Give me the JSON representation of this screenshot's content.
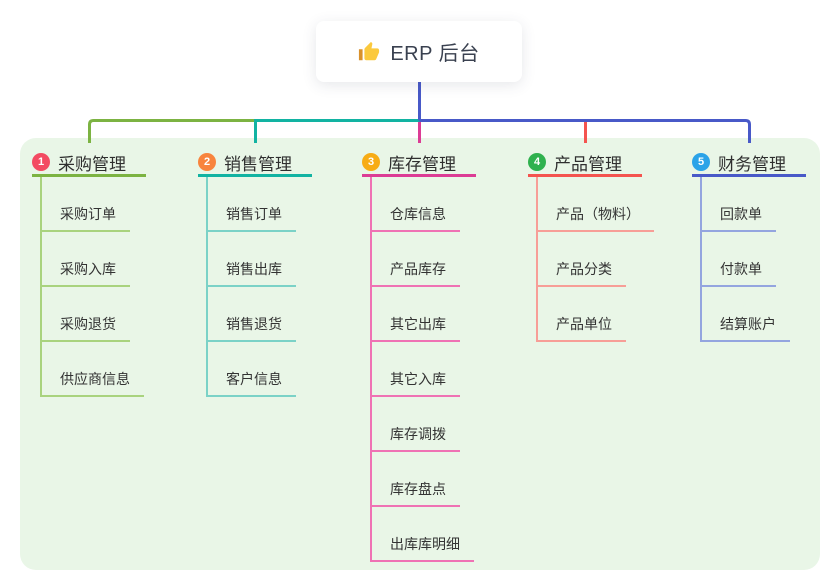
{
  "root": {
    "label": "ERP 后台",
    "icon": "thumbs-up-icon",
    "line_color": "#4859C8"
  },
  "canvas": {
    "background": "#E9F6E7"
  },
  "branches": [
    {
      "badge": "1",
      "label": "采购管理",
      "badge_color": "#F34B62",
      "line_color": "#7CB342",
      "child_line_color": "#A9D37E",
      "children": [
        "采购订单",
        "采购入库",
        "采购退货",
        "供应商信息"
      ]
    },
    {
      "badge": "2",
      "label": "销售管理",
      "badge_color": "#F8843D",
      "line_color": "#12B3A2",
      "child_line_color": "#7BD2C7",
      "children": [
        "销售订单",
        "销售出库",
        "销售退货",
        "客户信息"
      ]
    },
    {
      "badge": "3",
      "label": "库存管理",
      "badge_color": "#F7AC15",
      "line_color": "#DC3C95",
      "child_line_color": "#EF72B4",
      "children": [
        "仓库信息",
        "产品库存",
        "其它出库",
        "其它入库",
        "库存调拨",
        "库存盘点",
        "出库库明细"
      ]
    },
    {
      "badge": "4",
      "label": "产品管理",
      "badge_color": "#2FB14E",
      "line_color": "#F4544F",
      "child_line_color": "#F79E97",
      "children": [
        "产品（物料）",
        "产品分类",
        "产品单位"
      ]
    },
    {
      "badge": "5",
      "label": "财务管理",
      "badge_color": "#2BA3E8",
      "line_color": "#4859C8",
      "child_line_color": "#94A5DF",
      "children": [
        "回款单",
        "付款单",
        "结算账户"
      ]
    }
  ]
}
